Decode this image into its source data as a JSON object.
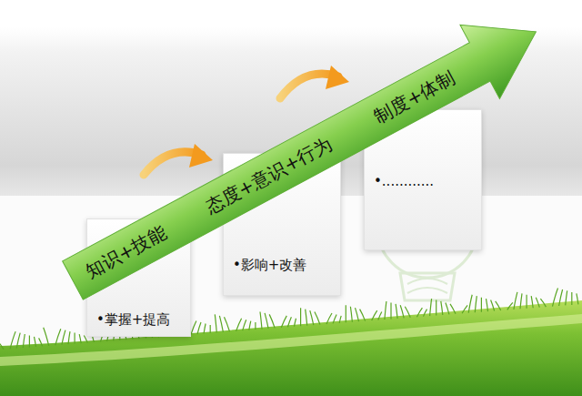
{
  "diagram": {
    "nodes": [
      {
        "text": [
          "知识+技能",
          "态度+意识+行为",
          "制度+体制"
        ]
      },
      {
        "text": [
          "•掌握+提高"
        ]
      },
      {
        "text": [
          "•影响+改善"
        ]
      },
      {
        "text": [
          "•............"
        ]
      }
    ]
  }
}
